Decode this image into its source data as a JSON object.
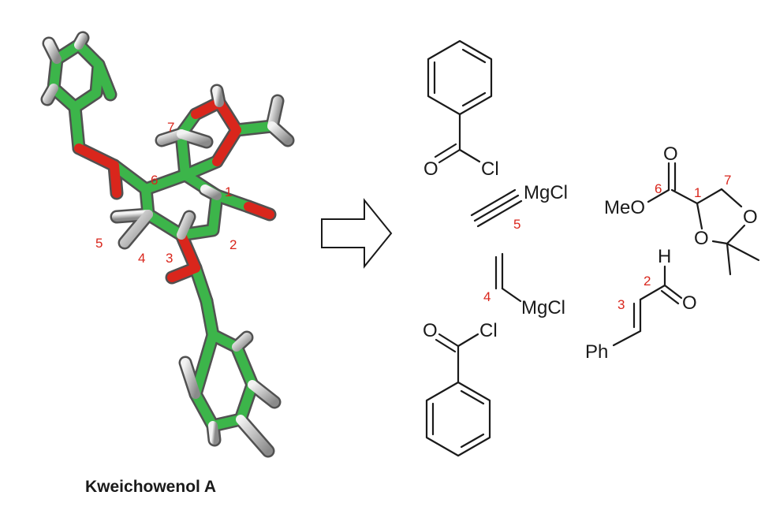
{
  "caption": "Kweichowenol A",
  "model_labels": [
    "7",
    "6",
    "1",
    "5",
    "4",
    "3",
    "2"
  ],
  "fragments": {
    "benzoyl_chloride_top": {
      "carbonyl_o": "O",
      "chlorine": "Cl"
    },
    "ethynyl_grignard": {
      "reagent": "MgCl",
      "position": "5"
    },
    "vinyl_grignard": {
      "reagent": "MgCl",
      "position": "4"
    },
    "benzoyl_chloride_bottom": {
      "carbonyl_o": "O",
      "chlorine": "Cl"
    },
    "dioxolane_ester": {
      "ester": "MeO",
      "carbonyl_o": "O",
      "ring_o_upper": "O",
      "ring_o_lower": "O",
      "num_6": "6",
      "num_1": "1",
      "num_7": "7"
    },
    "cinnamaldehyde": {
      "h": "H",
      "carbonyl_o": "O",
      "ph": "Ph",
      "num_2": "2",
      "num_3": "3"
    }
  },
  "colors": {
    "carbon": "#3cb54a",
    "oxygen": "#d9261c",
    "hydrogen": "#9a9a9a",
    "bond": "#1a1a1a",
    "number": "#d9261c"
  }
}
